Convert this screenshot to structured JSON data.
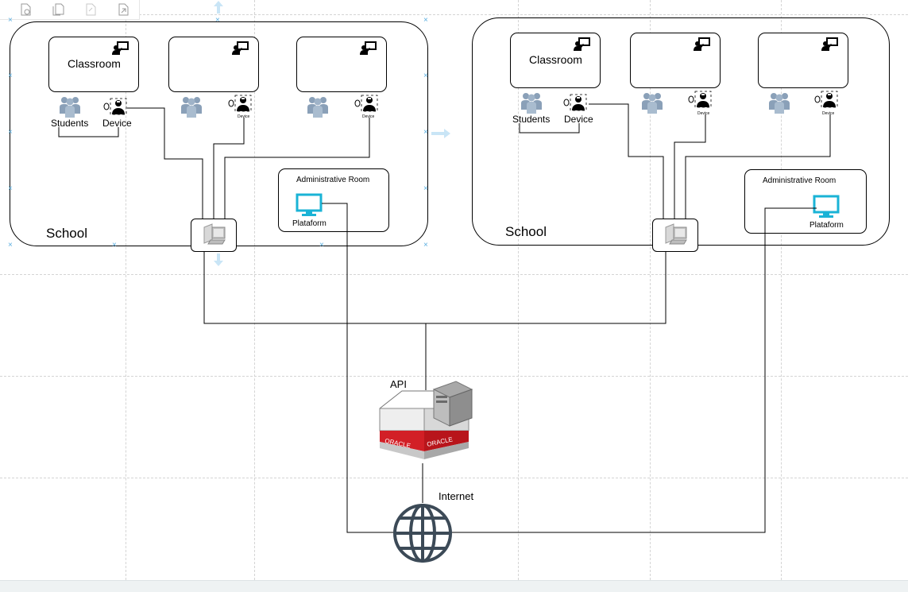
{
  "toolbar": {
    "buttons": [
      "add-page-icon",
      "duplicate-page-icon",
      "page-icon",
      "resize-icon"
    ]
  },
  "left_school": {
    "label": "School",
    "classrooms": [
      {
        "title": "Classroom",
        "students_label": "Students",
        "device_label": "Device"
      },
      {
        "title": "",
        "device_label": "Device"
      },
      {
        "title": "",
        "device_label": "Device"
      }
    ],
    "admin": {
      "title": "Administrative Room",
      "platform_label": "Plataform"
    }
  },
  "right_school": {
    "label": "School",
    "classrooms": [
      {
        "title": "Classroom",
        "students_label": "Students",
        "device_label": "Device"
      },
      {
        "title": "",
        "device_label": "Device"
      },
      {
        "title": "",
        "device_label": "Device"
      }
    ],
    "admin": {
      "title": "Administrative Room",
      "platform_label": "Plataform"
    }
  },
  "api": {
    "label": "API",
    "brand": "ORACLE"
  },
  "internet": {
    "label": "Internet"
  },
  "colors": {
    "platform": "#1ab3d6",
    "people": "#8aa0b8",
    "oracle": "#d21f26",
    "globe": "#3c4a57",
    "handle": "#5aaee0"
  }
}
